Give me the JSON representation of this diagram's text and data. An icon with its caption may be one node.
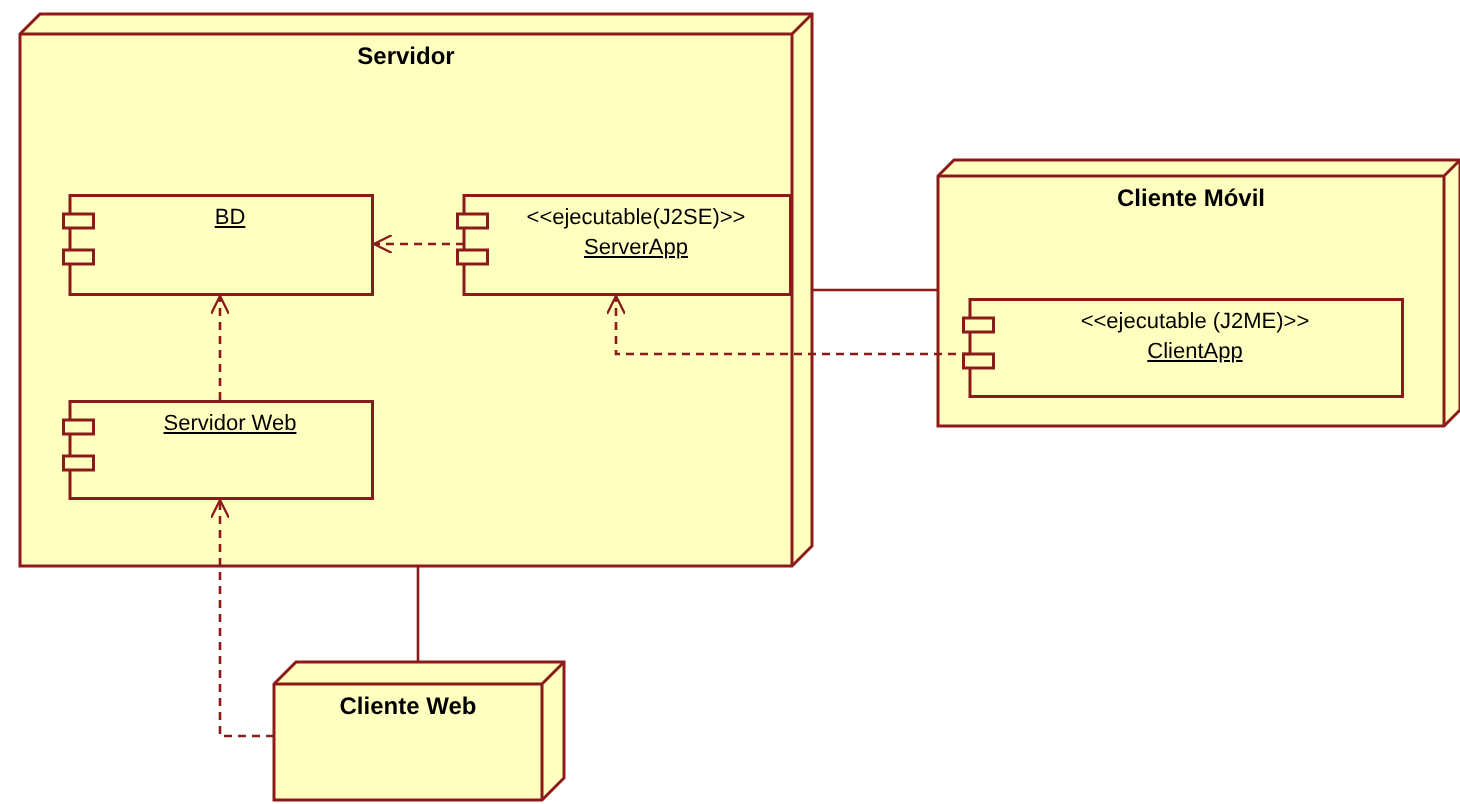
{
  "diagram": {
    "nodes": [
      {
        "text": [
          "Servidor"
        ]
      },
      {
        "text": [
          "BD"
        ],
        "in": 0
      },
      {
        "text": [
          "<<ejecutable(J2SE)>>",
          "ServerApp"
        ],
        "in": 0
      },
      {
        "text": [
          "Servidor Web"
        ],
        "in": 0
      },
      {
        "text": [
          "Cliente Móvil"
        ]
      },
      {
        "text": [
          "<<ejecutable (J2ME)>>",
          "ClientApp"
        ],
        "in": 4
      },
      {
        "text": [
          "Cliente Web"
        ]
      }
    ],
    "edges": [
      {
        "from": 2,
        "to": 1,
        "arrow": "to",
        "style": "dashed"
      },
      {
        "from": 3,
        "to": 1,
        "arrow": "to",
        "style": "dashed"
      },
      {
        "from": 5,
        "to": 2,
        "arrow": "to",
        "style": "dashed"
      },
      {
        "from": 6,
        "to": 3,
        "arrow": "to",
        "style": "dashed"
      },
      {
        "from": 0,
        "to": 4,
        "arrow": "none"
      },
      {
        "from": 0,
        "to": 6,
        "arrow": "none"
      }
    ]
  }
}
